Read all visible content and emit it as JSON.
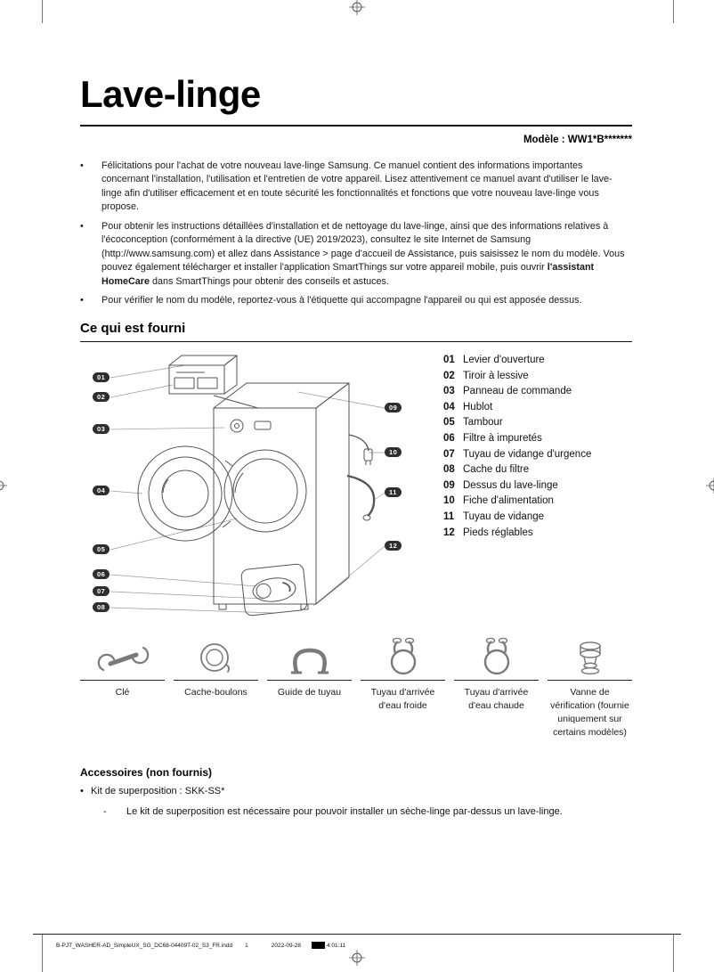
{
  "doc": {
    "title": "Lave-linge",
    "model": "Modèle : WW1*B*******"
  },
  "intro": {
    "bullet_char": "•",
    "bullet1": "Félicitations pour l'achat de votre nouveau lave-linge Samsung. Ce manuel contient des informations importantes concernant l'installation, l'utilisation et l'entretien de votre appareil. Lisez attentivement ce manuel avant d'utiliser le lave-linge afin d'utiliser efficacement et en toute sécurité les fonctionnalités et fonctions que votre nouveau lave-linge vous propose.",
    "bullet2_pre": "Pour obtenir les instructions détaillées d'installation et de nettoyage du lave-linge, ainsi que des informations relatives à l'écoconception (conformément à la directive (UE) 2019/2023), consultez le site Internet de Samsung (http://www.samsung.com) et allez dans Assistance > page d'accueil de Assistance, puis saisissez le nom du modèle. Vous pouvez également télécharger et installer l'application SmartThings sur votre appareil mobile, puis ouvrir ",
    "bullet2_bold": "l'assistant HomeCare",
    "bullet2_post": " dans SmartThings pour obtenir des conseils et astuces.",
    "bullet3": "Pour vérifier le nom du modèle, reportez-vous à l'étiquette qui accompagne l'appareil ou qui est apposée dessus."
  },
  "supplied": {
    "heading": "Ce qui est fourni",
    "parts": [
      {
        "num": "01",
        "label": "Levier d'ouverture"
      },
      {
        "num": "02",
        "label": "Tiroir à lessive"
      },
      {
        "num": "03",
        "label": "Panneau de commande"
      },
      {
        "num": "04",
        "label": "Hublot"
      },
      {
        "num": "05",
        "label": "Tambour"
      },
      {
        "num": "06",
        "label": "Filtre à impuretés"
      },
      {
        "num": "07",
        "label": "Tuyau de vidange d'urgence"
      },
      {
        "num": "08",
        "label": "Cache du filtre"
      },
      {
        "num": "09",
        "label": "Dessus du lave-linge"
      },
      {
        "num": "10",
        "label": "Fiche d'alimentation"
      },
      {
        "num": "11",
        "label": "Tuyau de vidange"
      },
      {
        "num": "12",
        "label": "Pieds réglables"
      }
    ]
  },
  "accessories": {
    "items": [
      {
        "icon": "wrench-icon",
        "label": "Clé"
      },
      {
        "icon": "bolt-cap-icon",
        "label": "Cache-boulons"
      },
      {
        "icon": "hose-guide-icon",
        "label": "Guide de tuyau"
      },
      {
        "icon": "cold-water-hose-icon",
        "label": "Tuyau d'arrivée\nd'eau froide"
      },
      {
        "icon": "hot-water-hose-icon",
        "label": "Tuyau d'arrivée\nd'eau chaude"
      },
      {
        "icon": "check-valve-icon",
        "label": "Vanne de\nvérification (fournie\nuniquement sur\ncertains modèles)"
      }
    ]
  },
  "not_supplied": {
    "heading": "Accessoires (non fournis)",
    "bullet_char": "•",
    "bullet": "Kit de superposition : SKK-SS*",
    "dash": "-",
    "note": "Le kit de superposition est nécessaire pour pouvoir installer un sèche-linge par-dessus un lave-linge."
  },
  "footer": {
    "file": "B-PJT_WASHER-AD_SimpleUX_SG_DC68-04409T-02_S3_FR.indd",
    "page": "1",
    "date": "2022-09-28",
    "time": "4:01:11"
  }
}
